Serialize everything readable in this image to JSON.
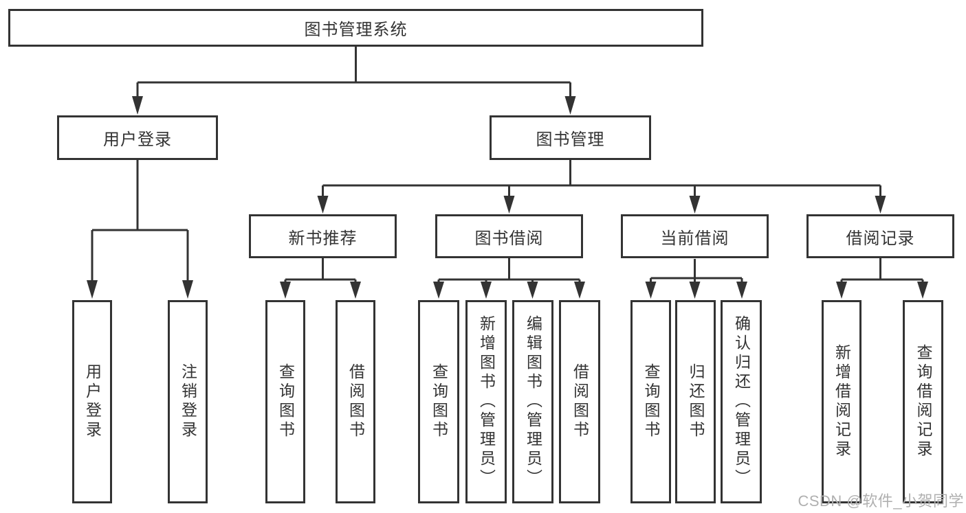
{
  "nodes": {
    "root": "图书管理系统",
    "user_login": "用户登录",
    "book_mgmt": "图书管理",
    "new_books": "新书推荐",
    "book_borrow": "图书借阅",
    "current_borrow": "当前借阅",
    "borrow_records": "借阅记录",
    "leaf_user_login": "用户登录",
    "leaf_logout": "注销登录",
    "leaf_nb_query": "查询图书",
    "leaf_nb_borrow": "借阅图书",
    "leaf_bb_query": "查询图书",
    "leaf_bb_add": "新增图书（管理员）",
    "leaf_bb_edit": "编辑图书（管理员）",
    "leaf_bb_borrow": "借阅图书",
    "leaf_cb_query": "查询图书",
    "leaf_cb_return": "归还图书",
    "leaf_cb_confirm": "确认归还（管理员）",
    "leaf_br_add": "新增借阅记录",
    "leaf_br_query": "查询借阅记录"
  },
  "watermark": "CSDN @软件_小贺同学",
  "colors": {
    "line": "#333333",
    "text": "#333333",
    "watermark": "#b0b0b0",
    "background": "#ffffff"
  }
}
